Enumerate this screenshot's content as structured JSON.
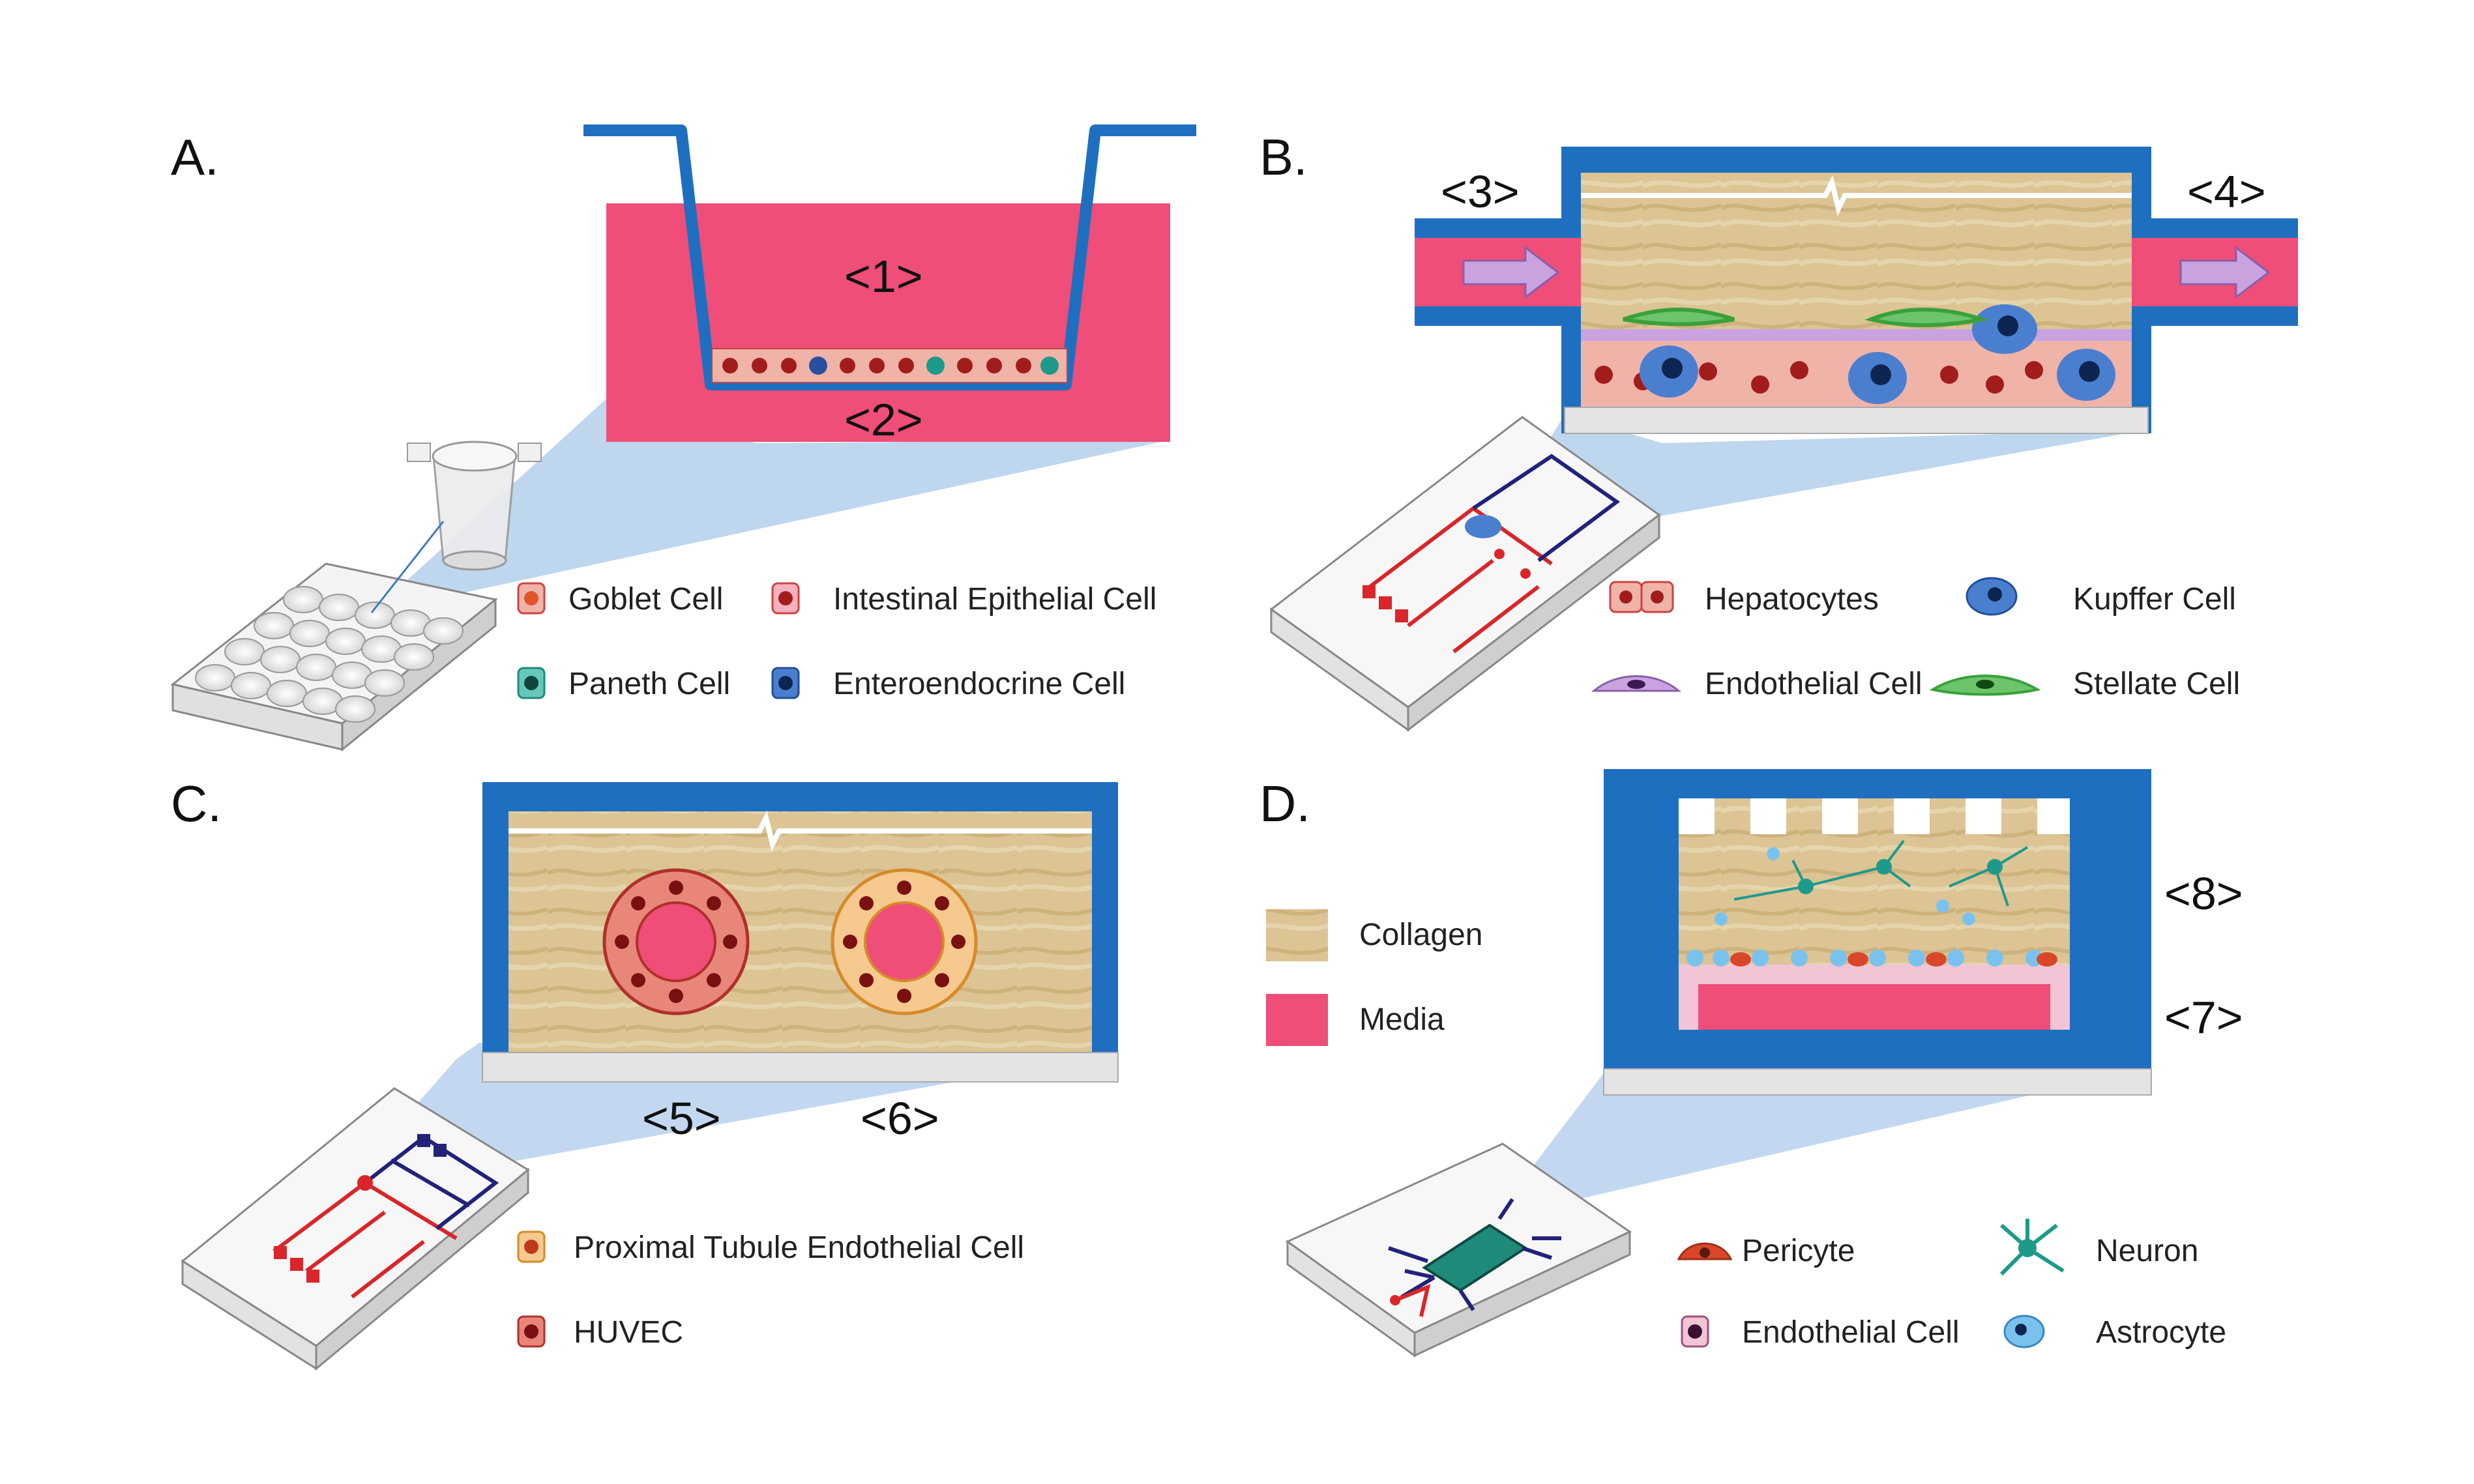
{
  "panels": {
    "a": {
      "letter": "A.",
      "labels": [
        "<1>",
        "<2>"
      ],
      "legend": [
        "Goblet Cell",
        "Intestinal Epithelial Cell",
        "Paneth Cell",
        "Enteroendocrine Cell"
      ]
    },
    "b": {
      "letter": "B.",
      "labels": [
        "<3>",
        "<4>"
      ],
      "legend": [
        "Hepatocytes",
        "Kupffer Cell",
        "Endothelial Cell",
        "Stellate Cell"
      ]
    },
    "c": {
      "letter": "C.",
      "labels": [
        "<5>",
        "<6>"
      ],
      "legend": [
        "Proximal Tubule Endothelial Cell",
        "HUVEC"
      ]
    },
    "d": {
      "letter": "D.",
      "labels": [
        "<8>",
        "<7>"
      ],
      "material_legend": [
        "Collagen",
        "Media"
      ],
      "legend": [
        "Pericyte",
        "Neuron",
        "Endothelial Cell",
        "Astrocyte"
      ]
    }
  },
  "colors": {
    "media": "#ee4e78",
    "device_blue": "#1f6fc0",
    "collagen": "#dcc494",
    "wedge": "#a9c8ea",
    "epithelial": "#f0b3a8",
    "kupffer": "#4a7fcf",
    "endothelial_purple": "#c9a3e0",
    "stellate": "#3aa13a",
    "pericyte": "#d9462a",
    "neuron": "#1e9a8a",
    "astrocyte": "#79c2ee",
    "huvec": "#e8867a",
    "tubule": "#f6c98e"
  }
}
